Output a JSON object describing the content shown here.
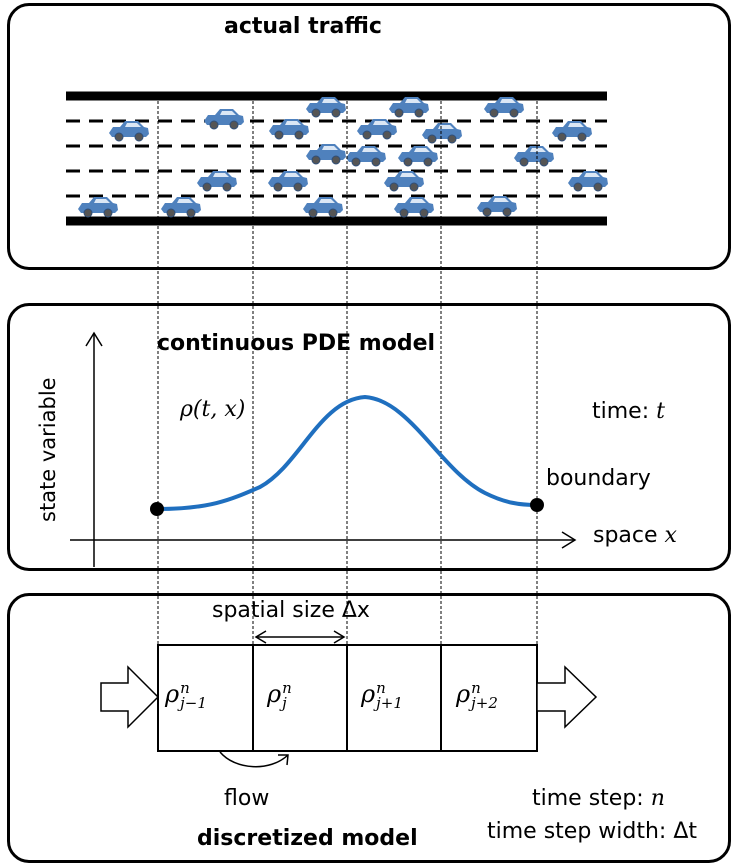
{
  "panels": {
    "traffic": {
      "title": "actual traffic"
    },
    "pde": {
      "title": "continuous PDE model",
      "y_axis_label": "state variable",
      "x_axis_label": "space",
      "x_axis_symbol": "x",
      "density_label": "ρ(t, x)",
      "time_label": "time:",
      "time_symbol": "t",
      "boundary_label": "boundary"
    },
    "discretized": {
      "title": "discretized model",
      "spatial_label": "spatial size Δx",
      "cells": [
        {
          "base": "ρ",
          "sup": "n",
          "sub": "j−1"
        },
        {
          "base": "ρ",
          "sup": "n",
          "sub": "j"
        },
        {
          "base": "ρ",
          "sup": "n",
          "sub": "j+1"
        },
        {
          "base": "ρ",
          "sup": "n",
          "sub": "j+2"
        }
      ],
      "flow_label": "flow",
      "time_step_label": "time step:",
      "time_step_symbol": "n",
      "time_step_width_label": "time step width: Δt"
    }
  },
  "colors": {
    "car": "#4f81bd",
    "car_dark": "#2f4f7a",
    "curve": "#1f6fbf",
    "line": "#000000"
  },
  "icons": {
    "vehicle": "car-icon",
    "inflow": "inflow-arrow-icon",
    "outflow": "outflow-arrow-icon"
  }
}
